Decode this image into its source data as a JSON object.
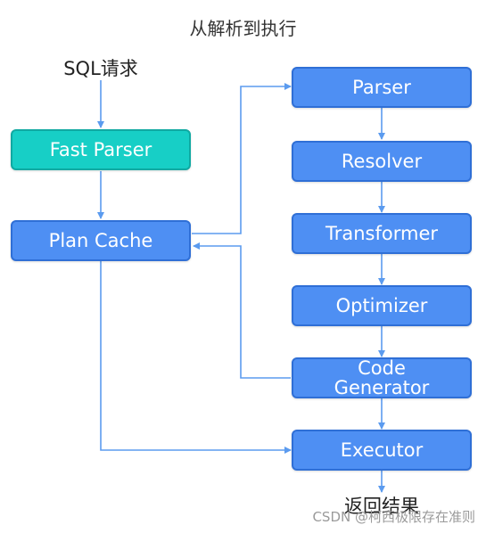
{
  "title": "从解析到执行",
  "start_label": "SQL请求",
  "end_label": "返回结果",
  "nodes": {
    "fast_parser": "Fast Parser",
    "plan_cache": "Plan Cache",
    "parser": "Parser",
    "resolver": "Resolver",
    "transformer": "Transformer",
    "optimizer": "Optimizer",
    "code_generator_line1": "Code",
    "code_generator_line2": "Generator",
    "executor": "Executor"
  },
  "watermark": "CSDN @柯西极限存在准则",
  "colors": {
    "box_blue": "#4e8ff3",
    "box_teal": "#17cfc6",
    "arrow": "#5b9bef"
  }
}
